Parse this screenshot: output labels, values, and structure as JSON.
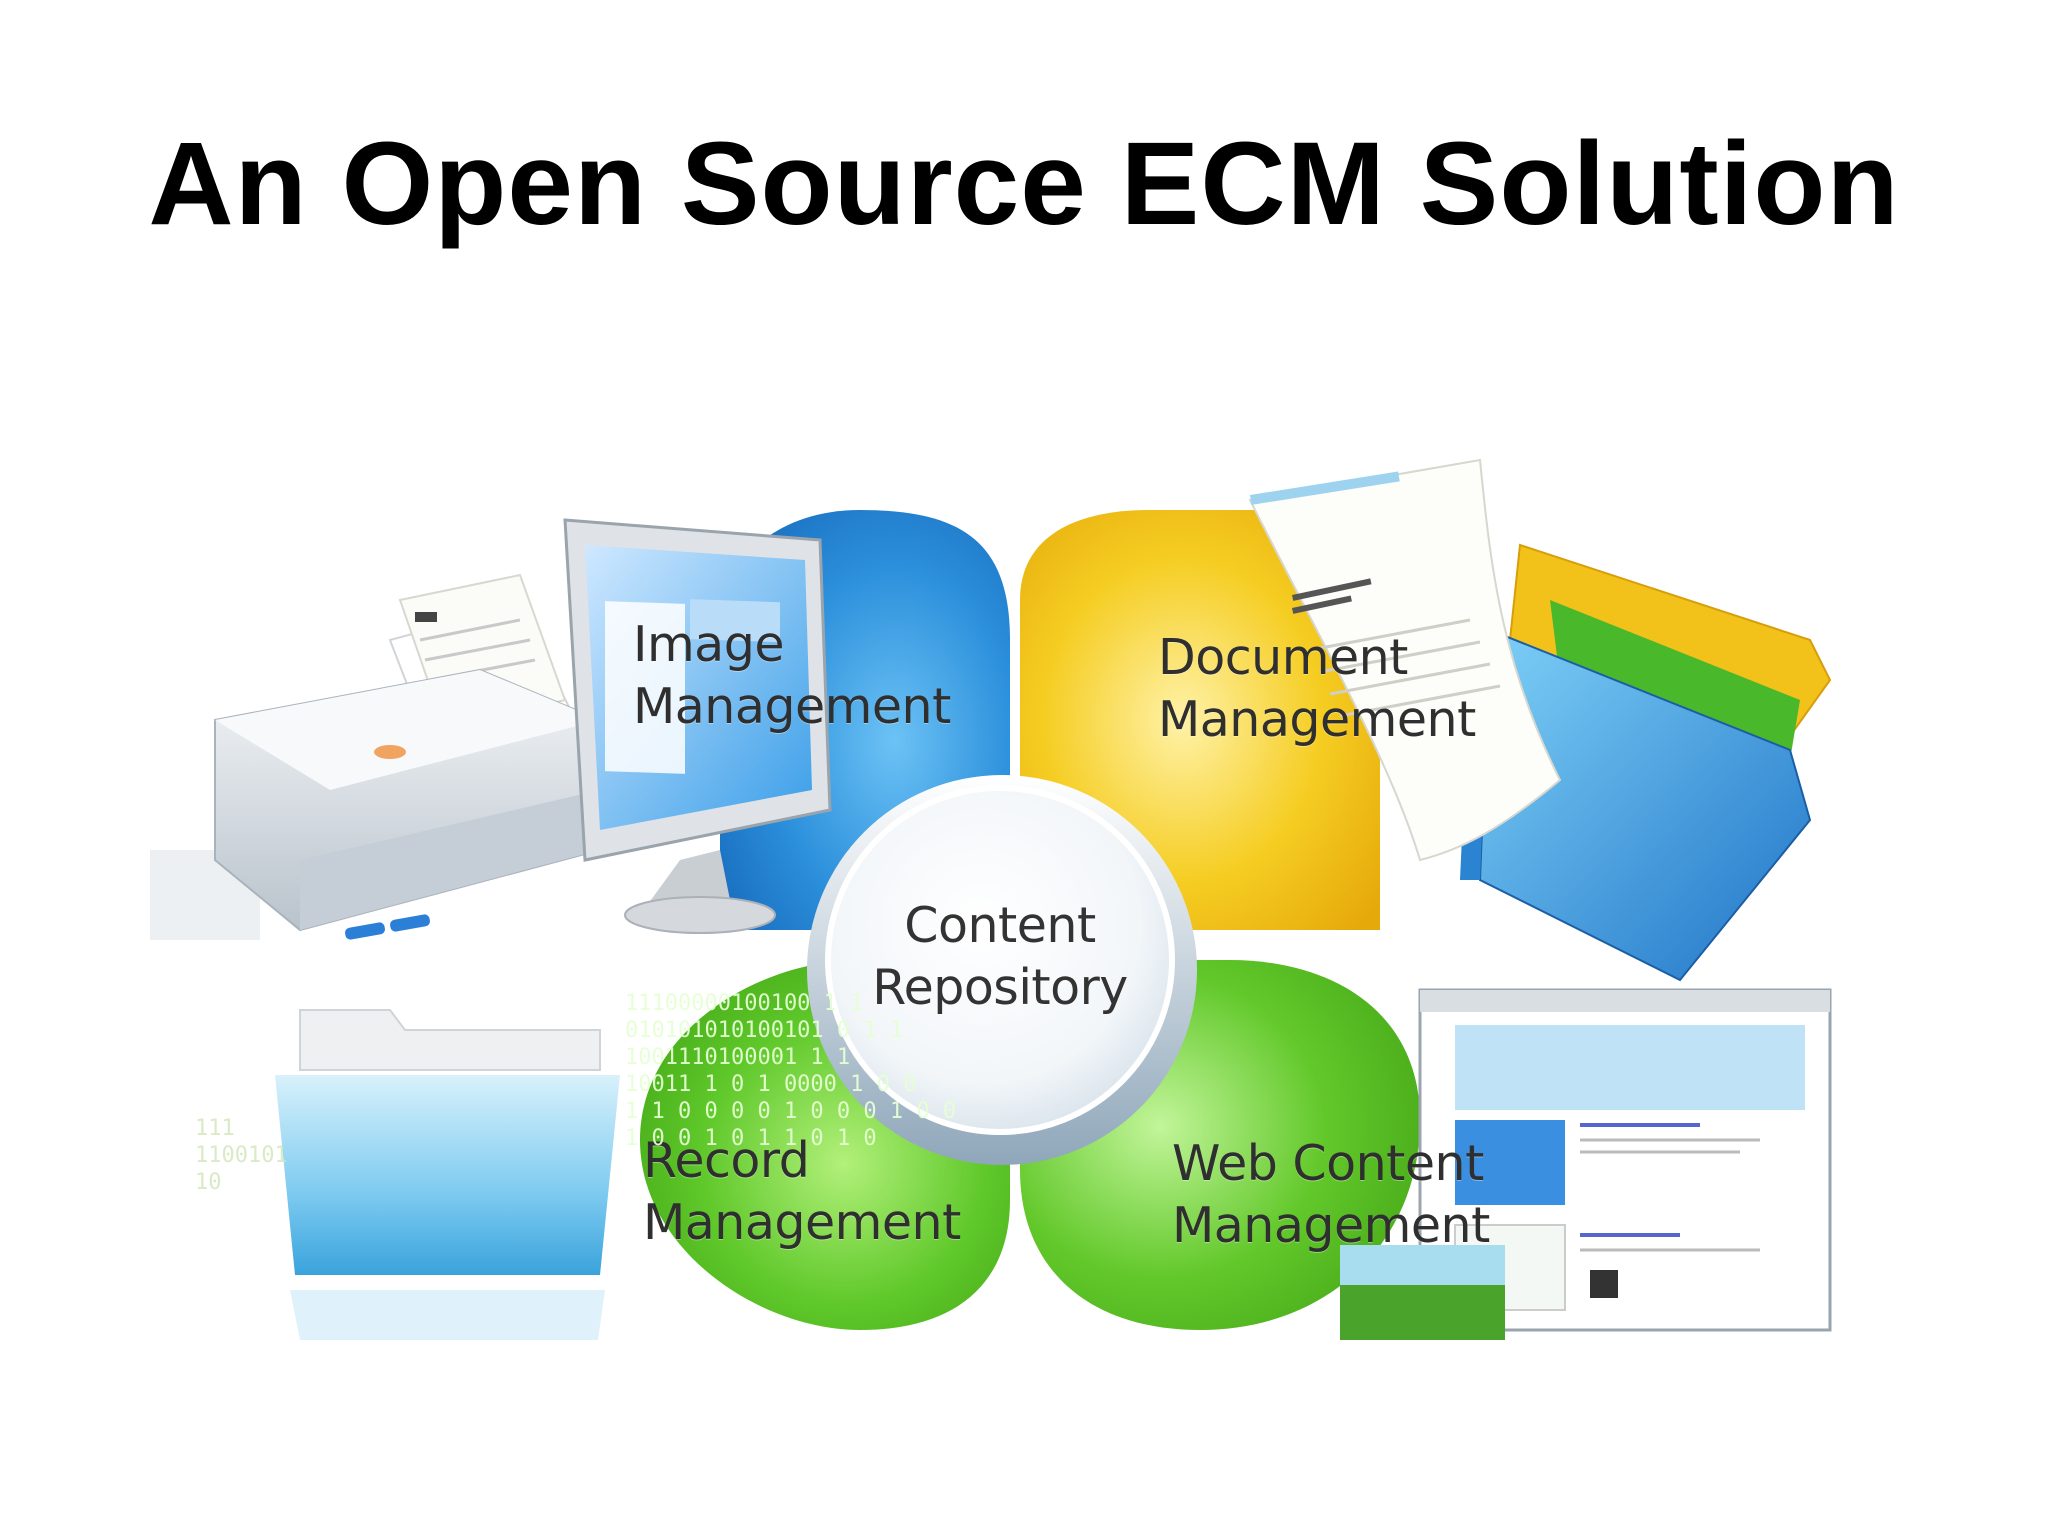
{
  "title": "An Open Source ECM Solution",
  "nodes": {
    "image": {
      "label": "Image\nManagement",
      "color": "#2f93dd"
    },
    "document": {
      "label": "Document\nManagement",
      "color": "#f2c416"
    },
    "record": {
      "label": "Record\nManagement",
      "color": "#59c51d"
    },
    "web": {
      "label": "Web Content\nManagement",
      "color": "#5cc51f"
    },
    "center": {
      "label": "Content\nRepository"
    }
  },
  "binary_text": {
    "main": "11100000100100 1 1\n010101010100101 0 1 1\n1001110100001 1 1\n10011 1 0 1 0000 1 0 0\n1 1 0 0 0 0 1 0 0 0 1 0 0\n1 0 0 1 0 1 1 0 1 0",
    "faint": "111\n1100101\n10"
  }
}
